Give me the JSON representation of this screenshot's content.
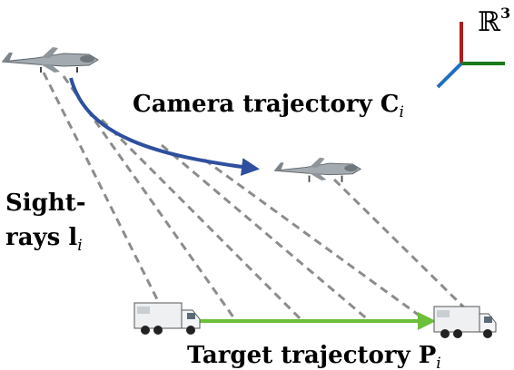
{
  "labels": {
    "camera_main": "Camera trajectory C",
    "camera_sub": "i",
    "target_main": "Target trajectory P",
    "target_sub": "i",
    "sight_line1": "Sight-",
    "sight_line2_main": "rays l",
    "sight_line2_sub": "i",
    "space_symbol": "ℝ",
    "space_exponent": "3"
  },
  "colors": {
    "camera_trajectory": "#2f4f9f",
    "target_trajectory": "#6cbf3a",
    "sight_rays": "#8c8c8c",
    "axis_x": "#1a7a1a",
    "axis_y": "#b01c1c",
    "axis_z": "#1f6fc0"
  }
}
